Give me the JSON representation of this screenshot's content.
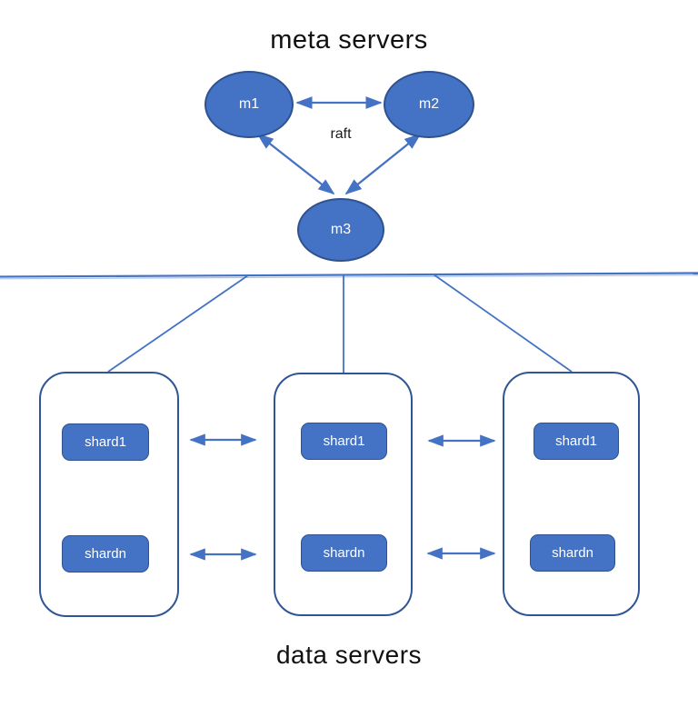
{
  "diagram": {
    "meta_section_title": "meta servers",
    "data_section_title": "data servers",
    "raft_label": "raft",
    "meta_nodes": [
      {
        "id": "m1",
        "label": "m1"
      },
      {
        "id": "m2",
        "label": "m2"
      },
      {
        "id": "m3",
        "label": "m3"
      }
    ],
    "data_servers": [
      {
        "shards": [
          {
            "label": "shard1"
          },
          {
            "label": "shardn"
          }
        ]
      },
      {
        "shards": [
          {
            "label": "shard1"
          },
          {
            "label": "shardn"
          }
        ]
      },
      {
        "shards": [
          {
            "label": "shard1"
          },
          {
            "label": "shardn"
          }
        ]
      }
    ],
    "colors": {
      "node_fill": "#4472C4",
      "node_border": "#2F528F",
      "container_border": "#2F5597",
      "arrow": "#4472C4",
      "divider_echo": "#A9C2EB",
      "title_text": "#111111",
      "node_text": "#FFFFFF"
    }
  }
}
